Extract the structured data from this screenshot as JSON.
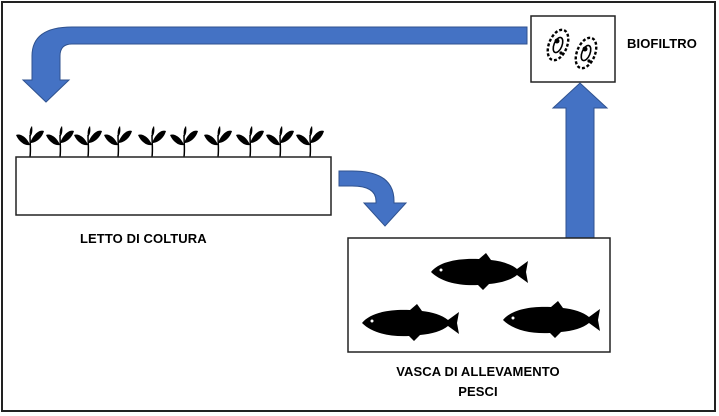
{
  "labels": {
    "biofiltro": "BIOFILTRO",
    "letto_di_coltura": "LETTO DI COLTURA",
    "vasca_line1": "VASCA DI ALLEVAMENTO",
    "vasca_line2": "PESCI"
  },
  "colors": {
    "arrow_fill": "#4472C4",
    "arrow_stroke": "#2F528F",
    "silhouette": "#000000",
    "box_border": "#222222"
  },
  "counts": {
    "plants": 10,
    "fish": 3
  }
}
